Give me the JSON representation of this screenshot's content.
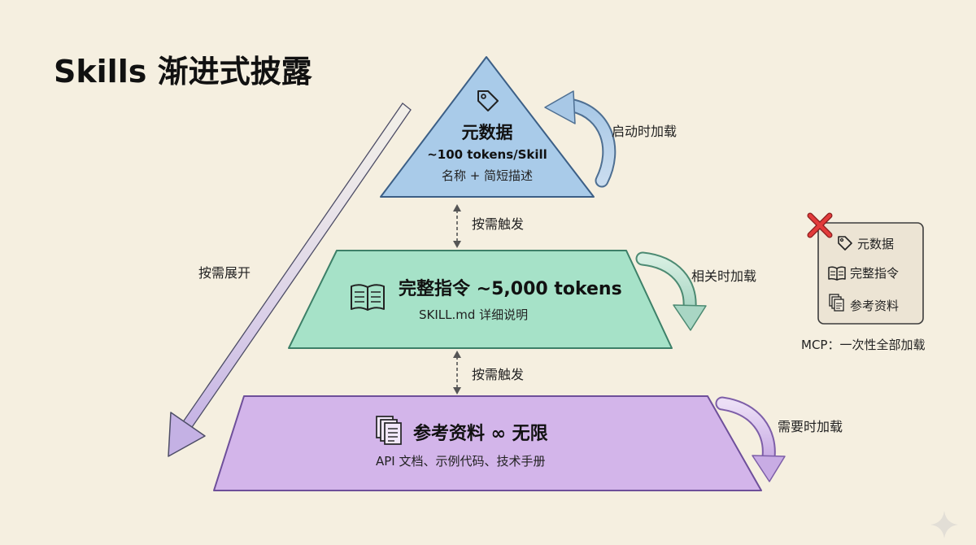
{
  "title": "Skills 渐进式披露",
  "left_arrow_label": "按需展开",
  "levels": [
    {
      "name": "元数据",
      "tokens": "~100 tokens/Skill",
      "description": "名称 + 简短描述",
      "load_label": "启动时加载",
      "icon": "tag-icon",
      "color": "#a9cbe9"
    },
    {
      "name": "完整指令 ~5,000 tokens",
      "description": "SKILL.md 详细说明",
      "load_label": "相关时加载",
      "icon": "book-icon",
      "color": "#a6e2c8"
    },
    {
      "name": "参考资料 ∞ 无限",
      "description": "API 文档、示例代码、技术手册",
      "load_label": "需要时加载",
      "icon": "documents-icon",
      "color": "#d3b5ea"
    }
  ],
  "connectors": [
    "按需触发",
    "按需触发"
  ],
  "mcp_box": {
    "items": [
      "元数据",
      "完整指令",
      "参考资料"
    ],
    "caption": "MCP：一次性全部加载"
  }
}
